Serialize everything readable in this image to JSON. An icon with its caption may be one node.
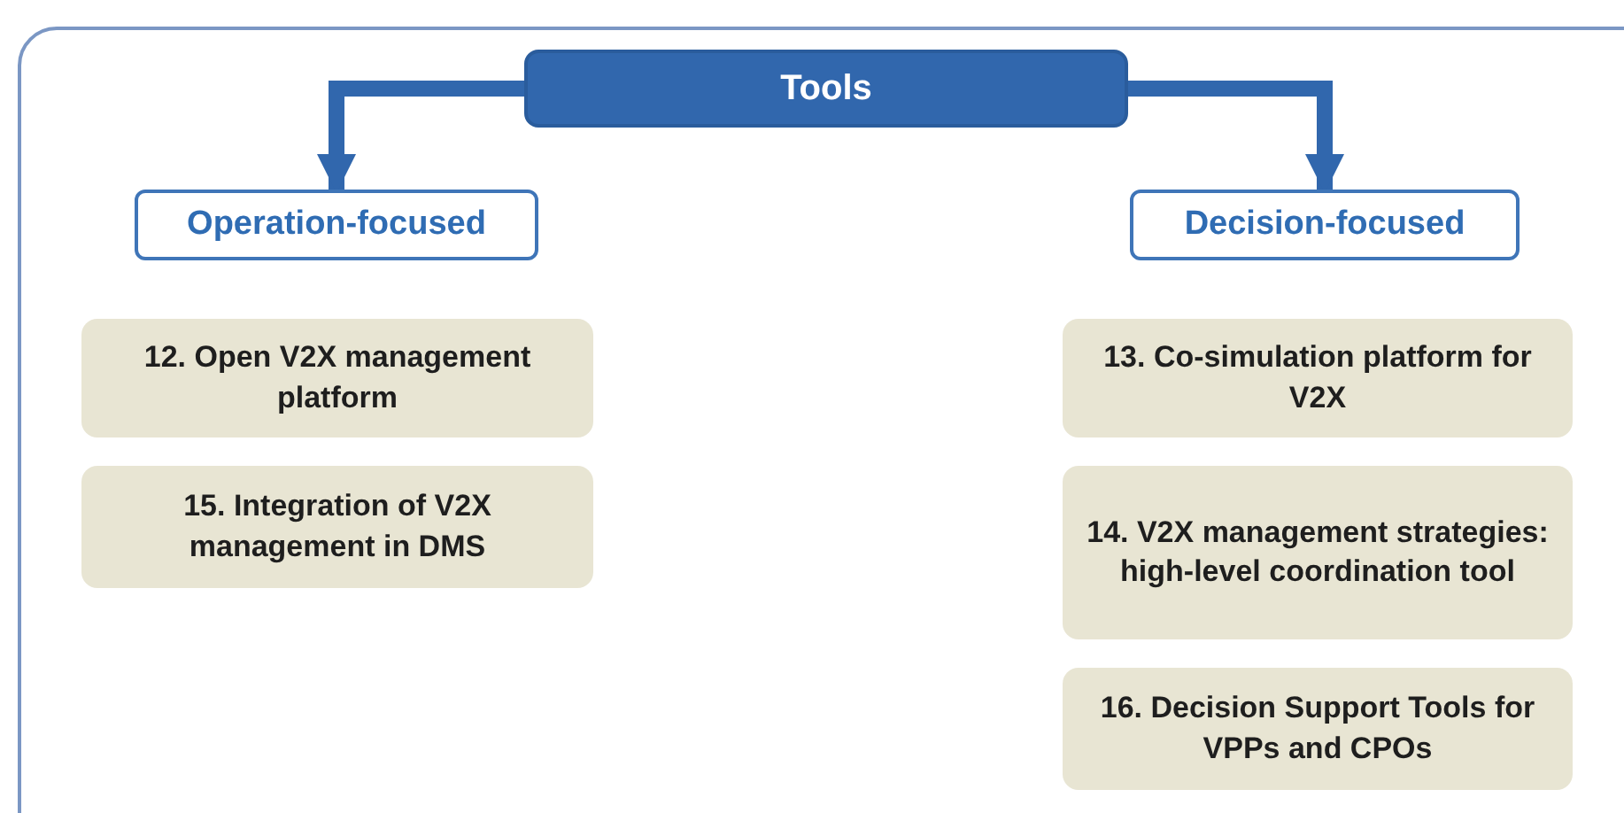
{
  "diagram": {
    "nodes": [
      {
        "text": [
          "Tools"
        ]
      },
      {
        "text": [
          "Operation-focused"
        ]
      },
      {
        "text": [
          "Decision-focused"
        ]
      },
      {
        "text": [
          "12. Open V2X management platform"
        ]
      },
      {
        "text": [
          "13. Co-simulation platform for V2X"
        ]
      },
      {
        "text": [
          "15. Integration of V2X management in DMS"
        ]
      },
      {
        "text": [
          "14. V2X management strategies: high-level coordination tool"
        ]
      },
      {
        "text": [
          "16. Decision Support Tools for VPPs and CPOs"
        ]
      }
    ],
    "edges": [
      {
        "from": 0,
        "to": 1,
        "arrow": "to"
      },
      {
        "from": 0,
        "to": 2,
        "arrow": "to"
      }
    ]
  }
}
